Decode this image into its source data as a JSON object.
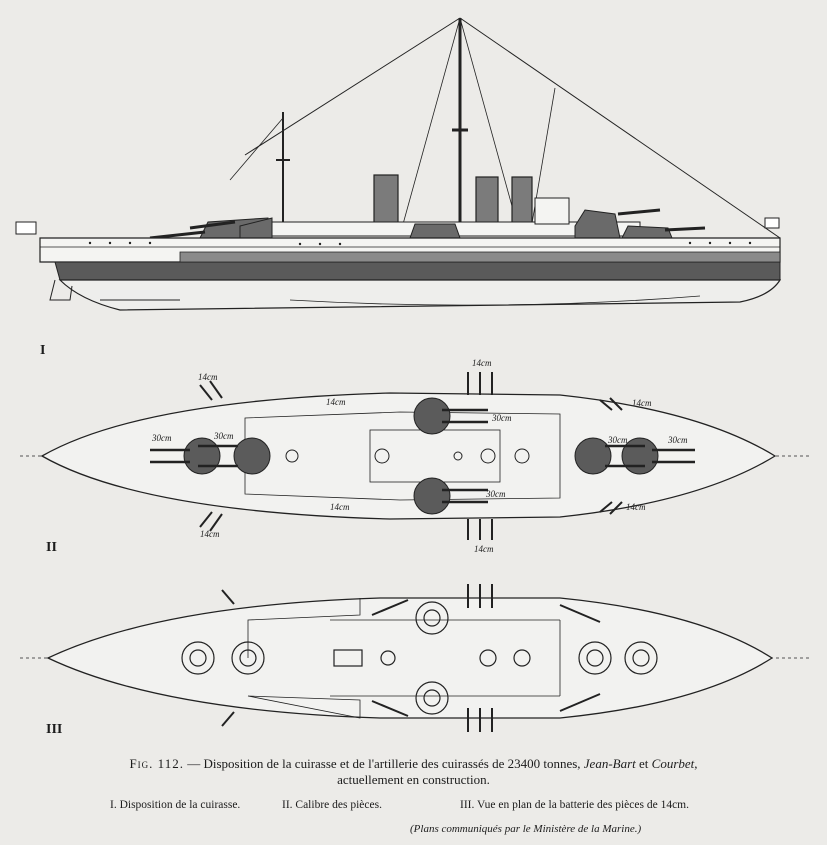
{
  "figure": {
    "view_labels": [
      "I",
      "II",
      "III"
    ],
    "calibres": {
      "c14": "14cm",
      "c30": "30cm"
    }
  },
  "caption": {
    "fig_label": "Fig. 112.",
    "dash": " — ",
    "text_a": "Disposition de la cuirasse et de l'artillerie des cuirassés de 23400 tonnes, ",
    "ship1": "Jean-Bart",
    "and": " et ",
    "ship2": "Courbet",
    "text_b": ",",
    "line2": "actuellement en construction."
  },
  "legend": {
    "item1": "I. Disposition de la cuirasse.",
    "item2": "II. Calibre des pièces.",
    "item3": "III. Vue en plan de la batterie des pièces de 14cm."
  },
  "credit": "(Plans communiqués par le Ministère de la Marine.)"
}
